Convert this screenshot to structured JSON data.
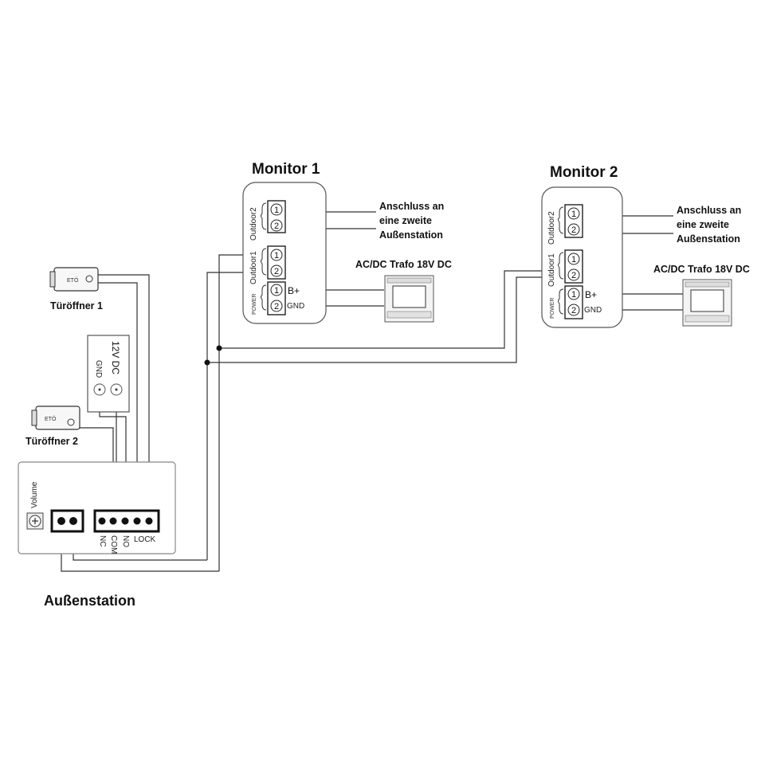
{
  "monitor1": {
    "title": "Monitor 1",
    "outdoor2_label": "Outdoor2",
    "outdoor1_label": "Outdoor1",
    "power_label": "POWER",
    "pin1": "1",
    "pin2": "2",
    "bplus": "B+",
    "gnd": "GND",
    "note_line1": "Anschluss an",
    "note_line2": "eine zweite",
    "note_line3": "Außenstation",
    "psu_label": "AC/DC Trafo 18V DC"
  },
  "monitor2": {
    "title": "Monitor 2",
    "outdoor2_label": "Outdoor2",
    "outdoor1_label": "Outdoor1",
    "power_label": "POWER",
    "pin1": "1",
    "pin2": "2",
    "bplus": "B+",
    "gnd": "GND",
    "note_line1": "Anschluss an",
    "note_line2": "eine zweite",
    "note_line3": "Außenstation",
    "psu_label": "AC/DC Trafo 18V DC"
  },
  "door_opener1": {
    "label": "Türöffner 1",
    "tag": "ETÖ"
  },
  "door_opener2": {
    "label": "Türöffner 2",
    "tag": "ETÖ"
  },
  "power_supply_12v": {
    "voltage": "12V DC",
    "gnd": "GND"
  },
  "outdoor_station": {
    "title": "Außenstation",
    "volume_label": "Volume",
    "terminal_nc": "NC",
    "terminal_com": "COM",
    "terminal_no": "NO",
    "terminal_lock": "LOCK"
  }
}
